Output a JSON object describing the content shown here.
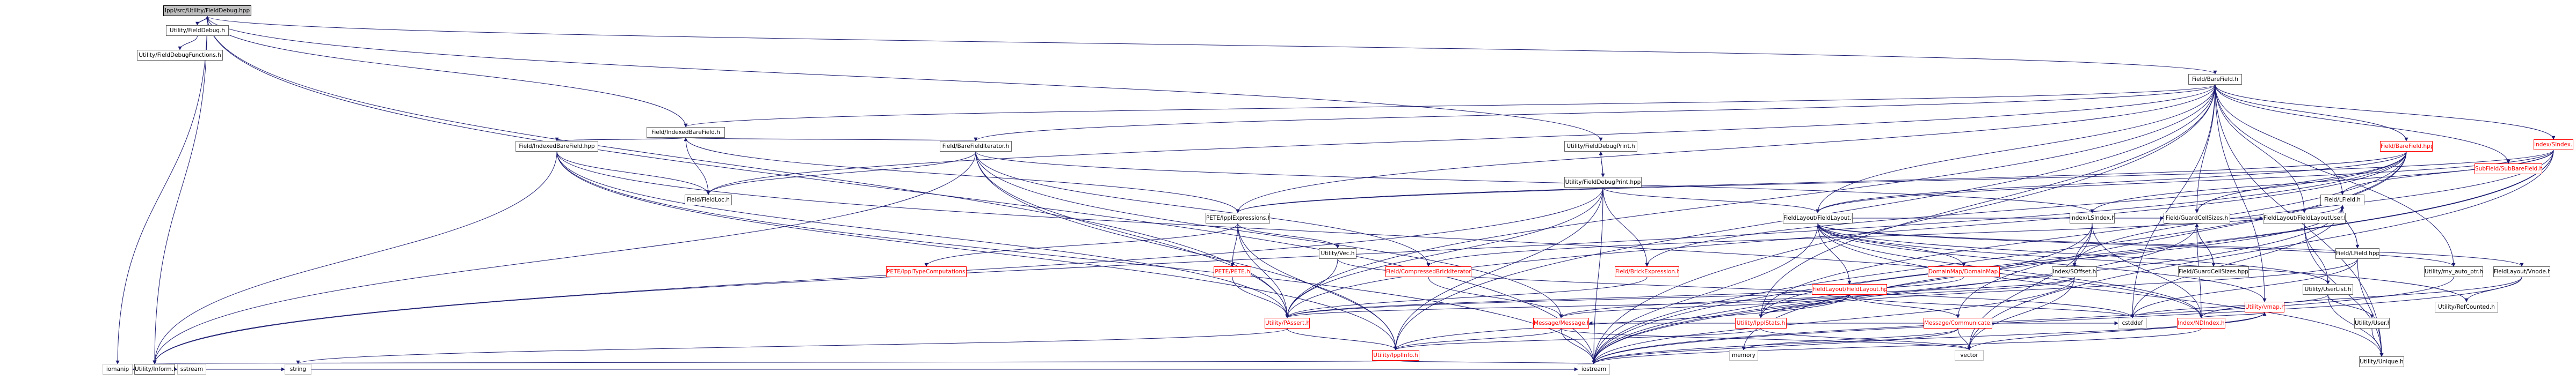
{
  "graph": {
    "nodes": [
      {
        "id": "fielddebug_hpp",
        "name": "fielddebug-hpp-node",
        "label": "Ippl/src/Utility/FieldDebug.hpp",
        "status": "root"
      },
      {
        "id": "fielddebug_h",
        "name": "fielddebug-h-node",
        "label": "Utility/FieldDebug.h",
        "status": "linked"
      },
      {
        "id": "fielddebugfunctions_h",
        "name": "fielddebugfunctions-h-node",
        "label": "Utility/FieldDebugFunctions.h",
        "status": "linked"
      },
      {
        "id": "barefield_h",
        "name": "barefield-h-node",
        "label": "Field/BareField.h",
        "status": "linked"
      },
      {
        "id": "indexedbarefield_h",
        "name": "indexedbarefield-h-node",
        "label": "Field/IndexedBareField.h",
        "status": "linked"
      },
      {
        "id": "indexedbarefield_hpp",
        "name": "indexedbarefield-hpp-node",
        "label": "Field/IndexedBareField.hpp",
        "status": "linked"
      },
      {
        "id": "barefielditerator_h",
        "name": "barefielditerator-h-node",
        "label": "Field/BareFieldIterator.h",
        "status": "linked"
      },
      {
        "id": "fieldloc_h",
        "name": "fieldloc-h-node",
        "label": "Field/FieldLoc.h",
        "status": "linked"
      },
      {
        "id": "fielddebugprint_h",
        "name": "fielddebugprint-h-node",
        "label": "Utility/FieldDebugPrint.h",
        "status": "linked"
      },
      {
        "id": "fielddebugprint_hpp",
        "name": "fielddebugprint-hpp-node",
        "label": "Utility/FieldDebugPrint.hpp",
        "status": "linked"
      },
      {
        "id": "indexsindex_h",
        "name": "index-sindex-h-node",
        "label": "Index/SIndex.h",
        "status": "unresolved"
      },
      {
        "id": "barefield_hpp",
        "name": "barefield-hpp-node",
        "label": "Field/BareField.hpp",
        "status": "unresolved"
      },
      {
        "id": "subbarefield_h",
        "name": "subbarefield-h-node",
        "label": "SubField/SubBareField.h",
        "status": "unresolved"
      },
      {
        "id": "petetypeexpressions_h",
        "name": "pete-typeexpressions-h-node",
        "label": "PETE/IpplExpressions.h",
        "status": "linked"
      },
      {
        "id": "indexlsindex_h",
        "name": "index-lsindex-h-node",
        "label": "Index/LSIndex.h",
        "status": "linked"
      },
      {
        "id": "fieldlfield_h",
        "name": "fieldlfield-h-node",
        "label": "Field/LField.h",
        "status": "linked"
      },
      {
        "id": "fieldlayout_h",
        "name": "fieldlayout-h-node",
        "label": "FieldLayout/FieldLayout.h",
        "status": "linked"
      },
      {
        "id": "ippltypecomputations_h",
        "name": "ippl-typecomputations-h-node",
        "label": "PETE/IpplTypeComputations.h",
        "status": "unresolved"
      },
      {
        "id": "pete_h",
        "name": "pete-h-node",
        "label": "PETE/PETE.h",
        "status": "unresolved"
      },
      {
        "id": "vec_h",
        "name": "utility-vec-h-node",
        "label": "Utility/Vec.h",
        "status": "linked"
      },
      {
        "id": "compressedbrickiterator_h",
        "name": "compressed-brick-iterator-h-node",
        "label": "Field/CompressedBrickIterator.h",
        "status": "unresolved"
      },
      {
        "id": "brickexpression_h",
        "name": "brick-expression-h-node",
        "label": "Field/BrickExpression.h",
        "status": "unresolved"
      },
      {
        "id": "domainmap_h",
        "name": "domainmap-h-node",
        "label": "DomainMap/DomainMap.h",
        "status": "unresolved"
      },
      {
        "id": "indexsoffset_h",
        "name": "index-soffset-h-node",
        "label": "Index/SOffset.h",
        "status": "linked"
      },
      {
        "id": "fieldlayout_hpp",
        "name": "fieldlayout-hpp-node",
        "label": "FieldLayout/FieldLayout.hpp",
        "status": "unresolved"
      },
      {
        "id": "lfield_hpp",
        "name": "lfield-hpp-node",
        "label": "Field/LField.hpp",
        "status": "linked"
      },
      {
        "id": "my_auto_ptr_h",
        "name": "my-auto-ptr-h-node",
        "label": "Utility/my_auto_ptr.h",
        "status": "linked"
      },
      {
        "id": "vnode_h",
        "name": "vnode-h-node",
        "label": "FieldLayout/Vnode.h",
        "status": "linked"
      },
      {
        "id": "guardcellsizes_h",
        "name": "guardcellsizes-h-node",
        "label": "Field/GuardCellSizes.h",
        "status": "linked"
      },
      {
        "id": "fieldlayoutuser_h",
        "name": "fieldlayoutuser-h-node",
        "label": "FieldLayout/FieldLayoutUser.h",
        "status": "linked"
      },
      {
        "id": "pasert_h",
        "name": "pasert-h-node",
        "label": "Utility/PAssert.h",
        "status": "unresolved"
      },
      {
        "id": "messagemessage_h",
        "name": "message-message-h-node",
        "label": "Message/Message.h",
        "status": "unresolved"
      },
      {
        "id": "ipplstats_h",
        "name": "ippl-stats-h-node",
        "label": "Utility/IpplStats.h",
        "status": "unresolved"
      },
      {
        "id": "communicate_h",
        "name": "message-communicate-h-node",
        "label": "Message/Communicate.h",
        "status": "unresolved"
      },
      {
        "id": "indexnd_h",
        "name": "index-ndindex-h-node",
        "label": "Index/NDIndex.h",
        "status": "unresolved"
      },
      {
        "id": "rnegcontext_h",
        "name": "rnegcontext-h-node",
        "label": "Utility/RefCounted.h",
        "status": "linked"
      },
      {
        "id": "guardcellsizes_hpp",
        "name": "guardcellsizes-hpp-node",
        "label": "Field/GuardCellSizes.hpp",
        "status": "linked"
      },
      {
        "id": "userlist_h",
        "name": "userlist-h-node",
        "label": "Utility/UserList.h",
        "status": "linked"
      },
      {
        "id": "user_h",
        "name": "user-h-node",
        "label": "Utility/User.h",
        "status": "linked"
      },
      {
        "id": "vmap_h",
        "name": "vmap-h-node",
        "label": "Utility/vmap.h",
        "status": "unresolved"
      },
      {
        "id": "typeinfo_h",
        "name": "typeinfo-h-node",
        "label": "Utility/IpplInfo.h",
        "status": "unresolved"
      },
      {
        "id": "unique_h",
        "name": "unique-h-node",
        "label": "Utility/Unique.h",
        "status": "linked"
      },
      {
        "id": "inform_h",
        "name": "inform-h-node",
        "label": "Utility/Inform.h",
        "status": "linked"
      },
      {
        "id": "cstddef",
        "name": "cstddef-node",
        "label": "cstddef",
        "status": "external"
      },
      {
        "id": "vector",
        "name": "vector-node",
        "label": "vector",
        "status": "external"
      },
      {
        "id": "memory",
        "name": "memory-node",
        "label": "memory",
        "status": "external"
      },
      {
        "id": "iostream",
        "name": "iostream-node",
        "label": "iostream",
        "status": "external"
      },
      {
        "id": "iomanip",
        "name": "iomanip-node",
        "label": "iomanip",
        "status": "external"
      },
      {
        "id": "sstream",
        "name": "sstream-node",
        "label": "sstream",
        "status": "external"
      },
      {
        "id": "string",
        "name": "string-node",
        "label": "string",
        "status": "external"
      }
    ]
  }
}
